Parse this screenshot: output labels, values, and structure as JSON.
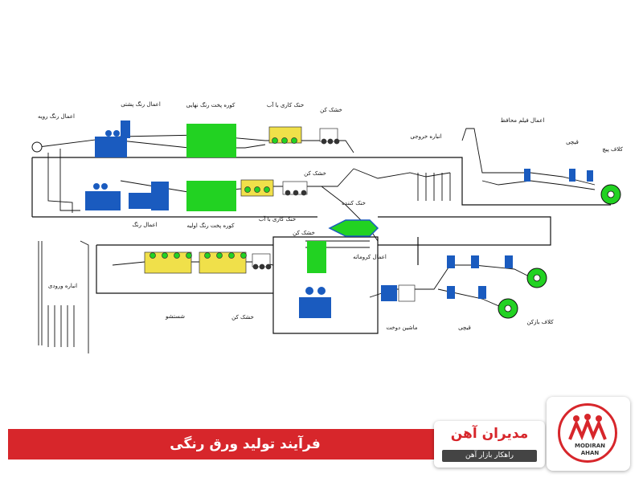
{
  "title": "فرآیند تولید ورق رنگی",
  "brand": {
    "name": "مدیران آهن",
    "tagline": "راهکار بازار آهن",
    "logo_line1": "MODIRAN",
    "logo_line2": "AHAN"
  },
  "labels": {
    "back_coat": "اعمال رنگ پشتی",
    "face_coat": "اعمال رنگ رویه",
    "final_oven": "کوره پخت رنگ نهایی",
    "water_cool_top": "خنک کاری با آب",
    "dryer_top": "خشک کن",
    "exit_accumulator": "انباره خروجی",
    "protective_film": "اعمال فیلم محافظ",
    "shear_top": "قیچی",
    "recoiler": "کلاف پیچ",
    "dryer_mid": "خشک کن",
    "apply_paint": "اعمال رنگ",
    "primer_oven": "کوره پخت رنگ اولیه",
    "water_cool_mid": "خنک کاری با آب",
    "cooler": "خنک کننده",
    "dryer_low": "خشک کن",
    "chromate": "اعمال کروماته",
    "entry_accumulator": "انباره ورودی",
    "washing": "شستشو",
    "dryer_bottom": "خشک کن",
    "stitcher": "ماشین دوخت",
    "shear_bottom": "قیچی",
    "uncoiler": "کلاف بازکن"
  },
  "colors": {
    "blue": "#1a5bbf",
    "green": "#22d222",
    "yellow": "#f0e04a",
    "red": "#d7262b"
  }
}
